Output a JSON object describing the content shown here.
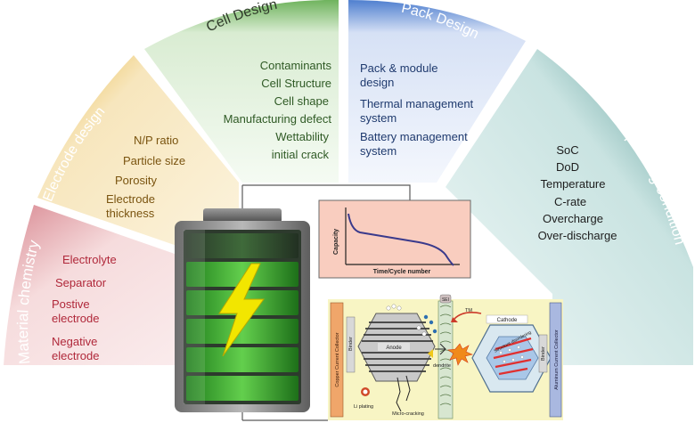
{
  "sectors": {
    "material": {
      "title": "Material chemistry",
      "items": [
        "Electrolyte",
        "Separator",
        "Postive",
        "electrode",
        "Negative",
        "electrode"
      ],
      "title_color": "#ffffff",
      "text_color": "#b0283a"
    },
    "electrode": {
      "title": "Electrode design",
      "items": [
        "N/P ratio",
        "Particle size",
        "Porosity",
        "Electrode",
        "thickness"
      ],
      "title_color": "#ffffff",
      "text_color": "#7a5410"
    },
    "cell": {
      "title": "Cell Design",
      "items": [
        "Contaminants",
        "Cell Structure",
        "Cell shape",
        "Manufacturing defect",
        "Wettability",
        "initial crack"
      ],
      "title_color": "#2f3a2a",
      "text_color": "#2f5a25"
    },
    "pack": {
      "title": "Pack Design",
      "items": [
        "Pack & module",
        "design",
        "Thermal management",
        "system",
        "Battery management",
        "system"
      ],
      "title_color": "#ffffff",
      "text_color": "#1f3a6e"
    },
    "operating": {
      "title": "Operating condition",
      "items": [
        "SoC",
        "DoD",
        "Temperature",
        "C-rate",
        "Overcharge",
        "Over-discharge"
      ],
      "title_color": "#ffffff",
      "text_color": "#1d1d1d"
    }
  },
  "capacity_chart": {
    "ylabel": "Capacity",
    "xlabel": "Time/Cycle number",
    "background": "#f9cdbf",
    "line_color": "#3a3a8c"
  },
  "degradation": {
    "copper_collector": "Copper Current Collector",
    "aluminum_collector": "Aluminum Current Collector",
    "binder_left": "Binder",
    "binder_right": "Binder",
    "anode": "Anode",
    "cathode": "Cathode",
    "structure_disordering": "Structure disordering",
    "sei": "SEI",
    "tm": "TM",
    "dendrite": "dendrite",
    "li_plating": "Li plating",
    "micro_cracking": "Micro-cracking"
  },
  "battery": {
    "icon": "lightning-bolt-icon",
    "fill_color": "#35a52e",
    "bolt_color": "#f2e600"
  },
  "colors": {
    "material": "#edc4c6",
    "electrode": "#f0d186",
    "cell": "#9cc98c",
    "pack": "#a8bde6",
    "operating": "#7fb6b3"
  }
}
